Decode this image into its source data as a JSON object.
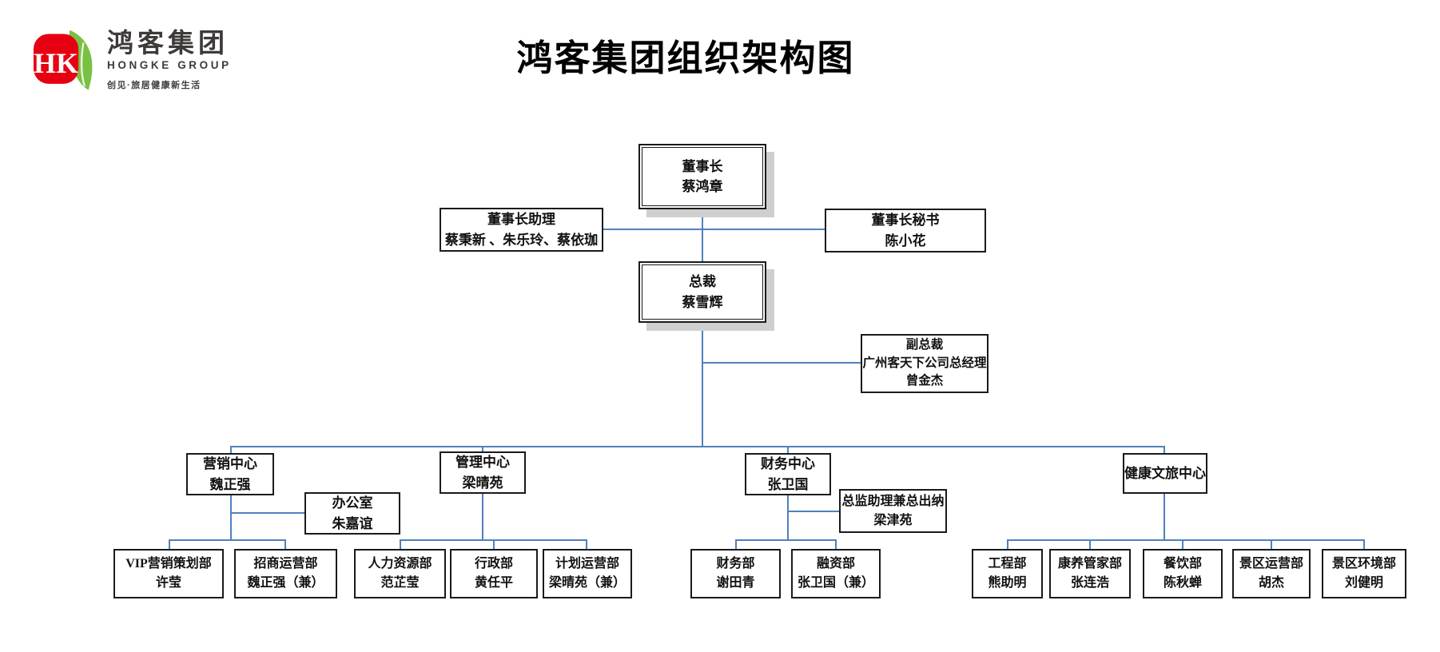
{
  "page": {
    "title": "鸿客集团组织架构图"
  },
  "logo": {
    "monogram": "HK",
    "company_cn": "鸿客集团",
    "company_en": "HONGKE GROUP",
    "slogan": "创见·旅居健康新生活"
  },
  "colors": {
    "connector": "#4f81bd",
    "logo_red": "#e60012",
    "logo_green": "#7ac143",
    "logo_text": "#3e3a39",
    "box_border": "#1a1a1a",
    "box_shadow": "#cfcfcf"
  },
  "nodes": {
    "chairman": {
      "title": "董事长",
      "name": "蔡鸿章"
    },
    "chairman_assistant": {
      "title": "董事长助理",
      "name": "蔡秉新 、朱乐玲、蔡依珈"
    },
    "chairman_secretary": {
      "title": "董事长秘书",
      "name": "陈小花"
    },
    "president": {
      "title": "总裁",
      "name": "蔡雪辉"
    },
    "vice_president": {
      "title": "副总裁",
      "subtitle": "广州客天下公司总经理",
      "name": "曾金杰"
    },
    "marketing_center": {
      "title": "营销中心",
      "name": "魏正强"
    },
    "office": {
      "title": "办公室",
      "name": "朱嘉谊"
    },
    "management_center": {
      "title": "管理中心",
      "name": "梁晴苑"
    },
    "finance_center": {
      "title": "财务中心",
      "name": "张卫国"
    },
    "chief_cashier_assistant": {
      "title": "总监助理兼总出纳",
      "name": "梁津苑"
    },
    "health_tourism_center": {
      "title": "健康文旅中心"
    },
    "vip_marketing_dept": {
      "title": "VIP营销策划部",
      "name": "许莹"
    },
    "investment_operation_dept": {
      "title": "招商运营部",
      "name": "魏正强（兼）"
    },
    "hr_dept": {
      "title": "人力资源部",
      "name": "范芷莹"
    },
    "admin_dept": {
      "title": "行政部",
      "name": "黄任平"
    },
    "planning_operation_dept": {
      "title": "计划运营部",
      "name": "梁晴苑（兼）"
    },
    "finance_dept": {
      "title": "财务部",
      "name": "谢田青"
    },
    "financing_dept": {
      "title": "融资部",
      "name": "张卫国（兼）"
    },
    "engineering_dept": {
      "title": "工程部",
      "name": "熊助明"
    },
    "wellness_butler_dept": {
      "title": "康养管家部",
      "name": "张连浩"
    },
    "catering_dept": {
      "title": "餐饮部",
      "name": "陈秋蝉"
    },
    "scenic_operation_dept": {
      "title": "景区运营部",
      "name": "胡杰"
    },
    "scenic_environment_dept": {
      "title": "景区环境部",
      "name": "刘健明"
    }
  }
}
